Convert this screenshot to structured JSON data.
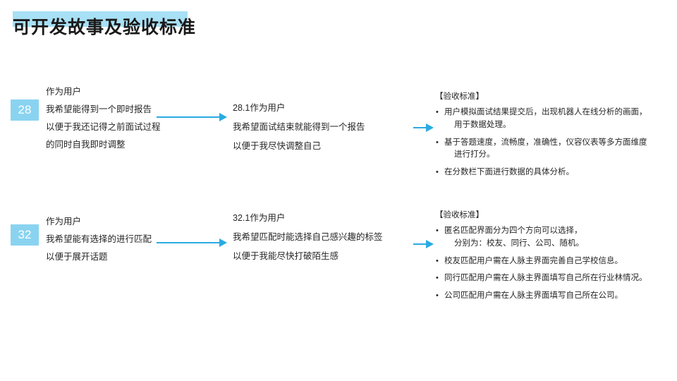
{
  "slide": {
    "title": "可开发故事及验收标准",
    "accent_color": "#8ad3f0",
    "title_highlight_color": "#a8e0f5",
    "arrow_color": "#29abe2"
  },
  "rows": [
    {
      "id": "28",
      "story_original": [
        "作为用户",
        "我希望能得到一个即时报告",
        "以便于我还记得之前面试过程",
        "的同时自我即时调整"
      ],
      "story_refined": [
        "28.1作为用户",
        "我希望面试结束就能得到一个报告",
        "以便于我尽快调整自己"
      ],
      "acceptance_heading": "【验收标准】",
      "acceptance_items": [
        {
          "text": "用户模拟面试结果提交后，出现机器人在线分析的画面，",
          "sub": "用于数据处理。"
        },
        {
          "text": "基于答题速度，流畅度，准确性，仪容仪表等多方面维度",
          "sub": "进行打分。"
        },
        {
          "text": "在分数栏下面进行数据的具体分析。",
          "sub": ""
        }
      ]
    },
    {
      "id": "32",
      "story_original": [
        "作为用户",
        "我希望能有选择的进行匹配",
        "以便于展开话题"
      ],
      "story_refined": [
        "32.1作为用户",
        "我希望匹配时能选择自己感兴趣的标签",
        "以便于我能尽快打破陌生感"
      ],
      "acceptance_heading": "【验收标准】",
      "acceptance_items": [
        {
          "text": "匿名匹配界面分为四个方向可以选择，",
          "sub": "分别为：校友、同行、公司、随机。"
        },
        {
          "text": "校友匹配用户需在人脉主界面完善自己学校信息。",
          "sub": ""
        },
        {
          "text": "同行匹配用户需在人脉主界面填写自己所在行业林情况。",
          "sub": ""
        },
        {
          "text": "公司匹配用户需在人脉主界面填写自己所在公司。",
          "sub": ""
        }
      ]
    }
  ]
}
